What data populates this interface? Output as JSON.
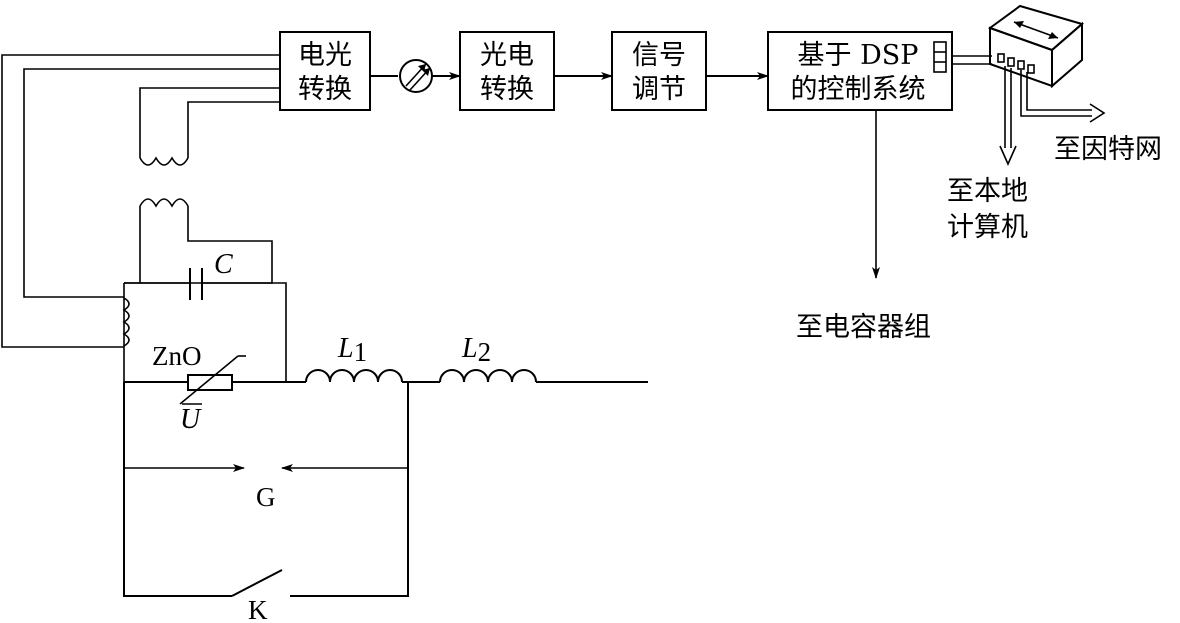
{
  "blocks": {
    "eo_line1": "电光",
    "eo_line2": "转换",
    "oe_line1": "光电",
    "oe_line2": "转换",
    "sig_line1": "信号",
    "sig_line2": "调节",
    "dsp_line1": "基于 DSP",
    "dsp_line2": "的控制系统"
  },
  "outputs": {
    "internet": "至因特网",
    "local_line1": "至本地",
    "local_line2": "计算机",
    "capacitor_bank": "至电容器组"
  },
  "components": {
    "capacitor": "C",
    "zno": "ZnO",
    "voltage": "U",
    "inductor1": "L",
    "inductor1_sub": "1",
    "inductor2": "L",
    "inductor2_sub": "2",
    "gap": "G",
    "switch": "K"
  }
}
